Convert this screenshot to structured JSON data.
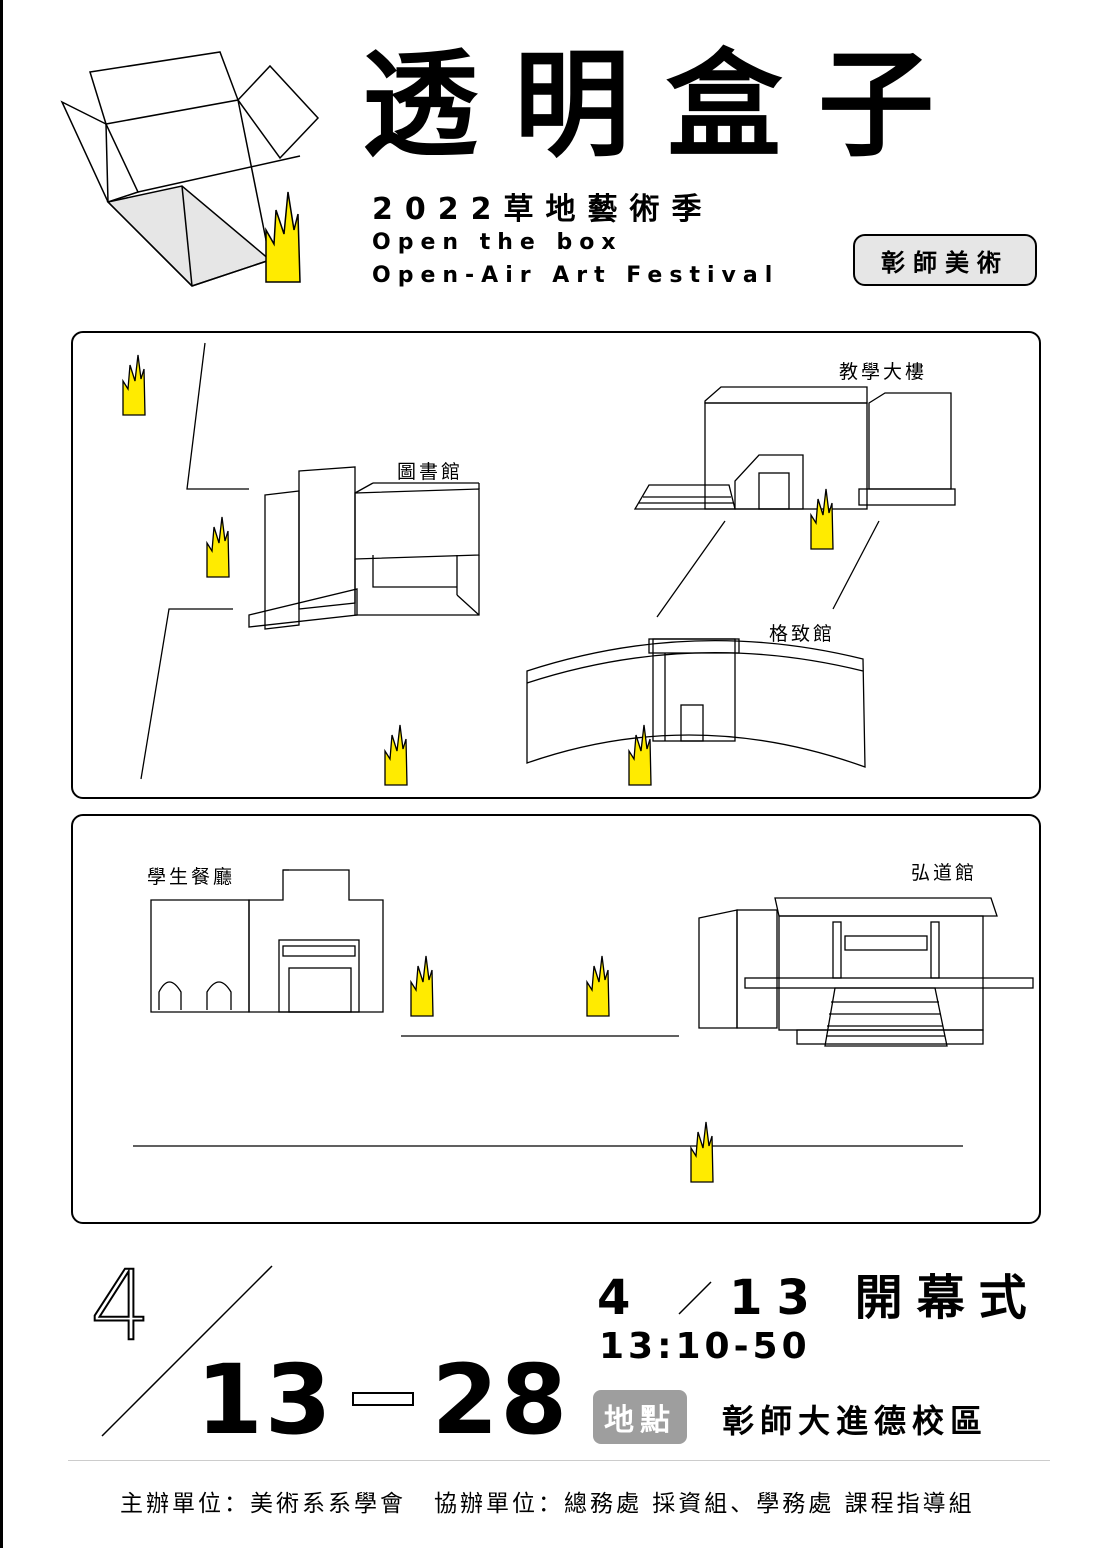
{
  "header": {
    "title": "透明盒子",
    "subtitle": "2022草地藝術季",
    "english_line1": "Open the box",
    "english_line2": "Open-Air Art Festival",
    "department": "彰師美術"
  },
  "map": {
    "panel1_labels": [
      "圖書館",
      "教學大樓",
      "格致館"
    ],
    "panel2_labels": [
      "學生餐廳",
      "弘道館"
    ]
  },
  "dates": {
    "month": "4",
    "start_day": "13",
    "end_day": "28"
  },
  "opening": {
    "date_month": "4",
    "date_day": "13",
    "label": "開幕式",
    "time": "13:10-50",
    "venue_label": "地點",
    "venue": "彰師大進德校區"
  },
  "footer": {
    "organizer": "主辦單位：美術系系學會",
    "co_organizer": "協辦單位：總務處 採資組、學務處 課程指導組"
  },
  "colors": {
    "accent_yellow": "#ffeb00",
    "badge_gray": "#9e9e9e",
    "badge_light": "#e6e6e6"
  },
  "icons": [
    "open-box-icon",
    "grass-tuft-icon"
  ]
}
